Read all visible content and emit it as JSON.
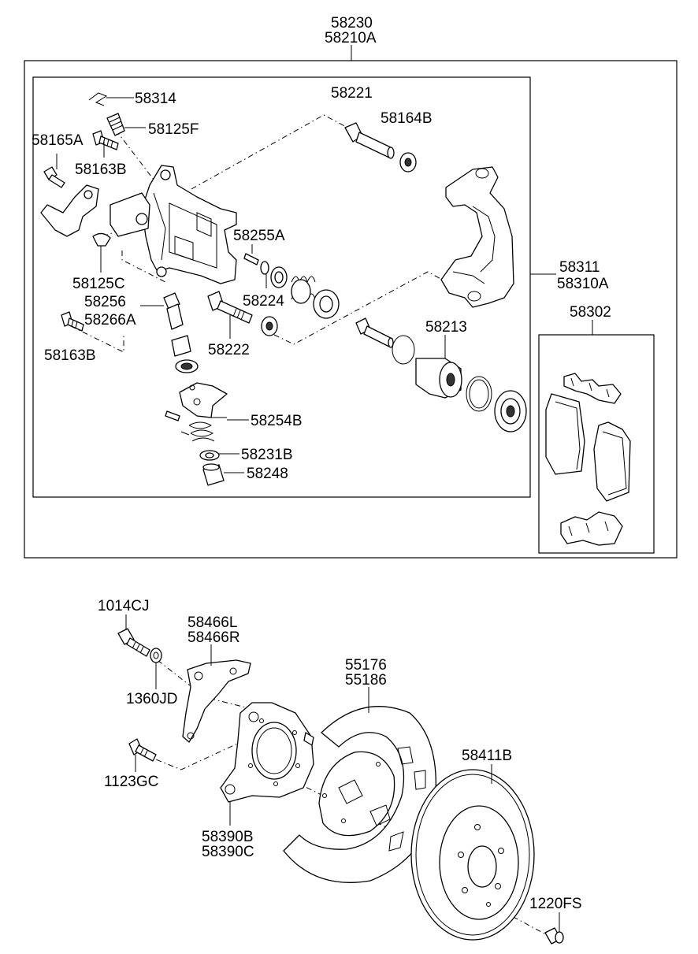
{
  "labels": {
    "caliper_assy_1": "58230",
    "caliper_assy_2": "58210A",
    "clip_58314": "58314",
    "bleeder_58125F": "58125F",
    "bolt_58165A": "58165A",
    "bolt_58163B_top": "58163B",
    "guide_pin_58221": "58221",
    "boot_58164B": "58164B",
    "pin_58255A": "58255A",
    "carrier_1": "58311",
    "carrier_2": "58310A",
    "cap_58125C": "58125C",
    "shaft_58256": "58256",
    "bolt_58266A": "58266A",
    "spring_58224": "58224",
    "bolt_58163B_bottom": "58163B",
    "guide_pin_58222": "58222",
    "piston_58213": "58213",
    "pad_kit": "58302",
    "lever_58254B": "58254B",
    "washer_58231B": "58231B",
    "sleeve_58248": "58248",
    "bolt_1014CJ": "1014CJ",
    "bracket_1": "58466L",
    "bracket_2": "58466R",
    "washer_1360JD": "1360JD",
    "shield_1": "55176",
    "shield_2": "55186",
    "bolt_1123GC": "1123GC",
    "disc_58411B": "58411B",
    "hub_1": "58390B",
    "hub_2": "58390C",
    "screw_1220FS": "1220FS"
  }
}
